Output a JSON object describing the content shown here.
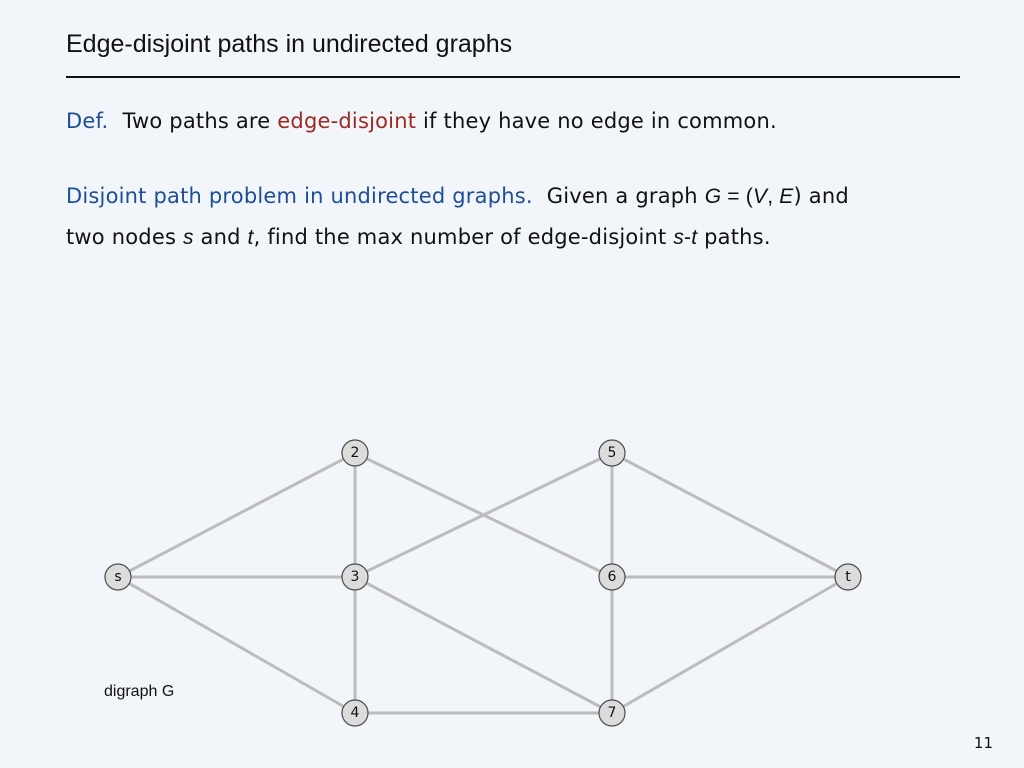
{
  "title": "Edge-disjoint paths in undirected graphs",
  "definition": {
    "label": "Def.",
    "text_before": "Two paths are ",
    "term": "edge-disjoint",
    "text_after": " if they have no edge in common."
  },
  "problem": {
    "label": "Disjoint path problem in undirected graphs.",
    "given": "Given a graph ",
    "G": "G",
    "eq_open": " = (",
    "V": "V",
    "comma": ", ",
    "E": "E",
    "close_and": ") and",
    "line2_a": "two nodes ",
    "s": "s",
    "and": " and ",
    "t": "t",
    "line2_b": ", find the max number of edge-disjoint ",
    "st_s": "s",
    "dash": "-",
    "st_t": "t",
    "paths": " paths."
  },
  "graph": {
    "caption": "digraph G",
    "nodes": [
      {
        "id": "s",
        "label": "s"
      },
      {
        "id": "2",
        "label": "2"
      },
      {
        "id": "3",
        "label": "3"
      },
      {
        "id": "4",
        "label": "4"
      },
      {
        "id": "5",
        "label": "5"
      },
      {
        "id": "6",
        "label": "6"
      },
      {
        "id": "7",
        "label": "7"
      },
      {
        "id": "t",
        "label": "t"
      }
    ],
    "edges": [
      [
        "s",
        "2"
      ],
      [
        "s",
        "3"
      ],
      [
        "s",
        "4"
      ],
      [
        "2",
        "3"
      ],
      [
        "2",
        "6"
      ],
      [
        "3",
        "4"
      ],
      [
        "3",
        "5"
      ],
      [
        "3",
        "7"
      ],
      [
        "4",
        "7"
      ],
      [
        "5",
        "6"
      ],
      [
        "5",
        "t"
      ],
      [
        "6",
        "7"
      ],
      [
        "6",
        "t"
      ],
      [
        "7",
        "t"
      ]
    ]
  },
  "page_number": "11",
  "colors": {
    "background": "#f2f5f9",
    "accent_blue": "#1c4e98",
    "accent_red": "#9b2a21",
    "edge": "#bcbcbc",
    "node_fill": "#dcdcdc"
  }
}
